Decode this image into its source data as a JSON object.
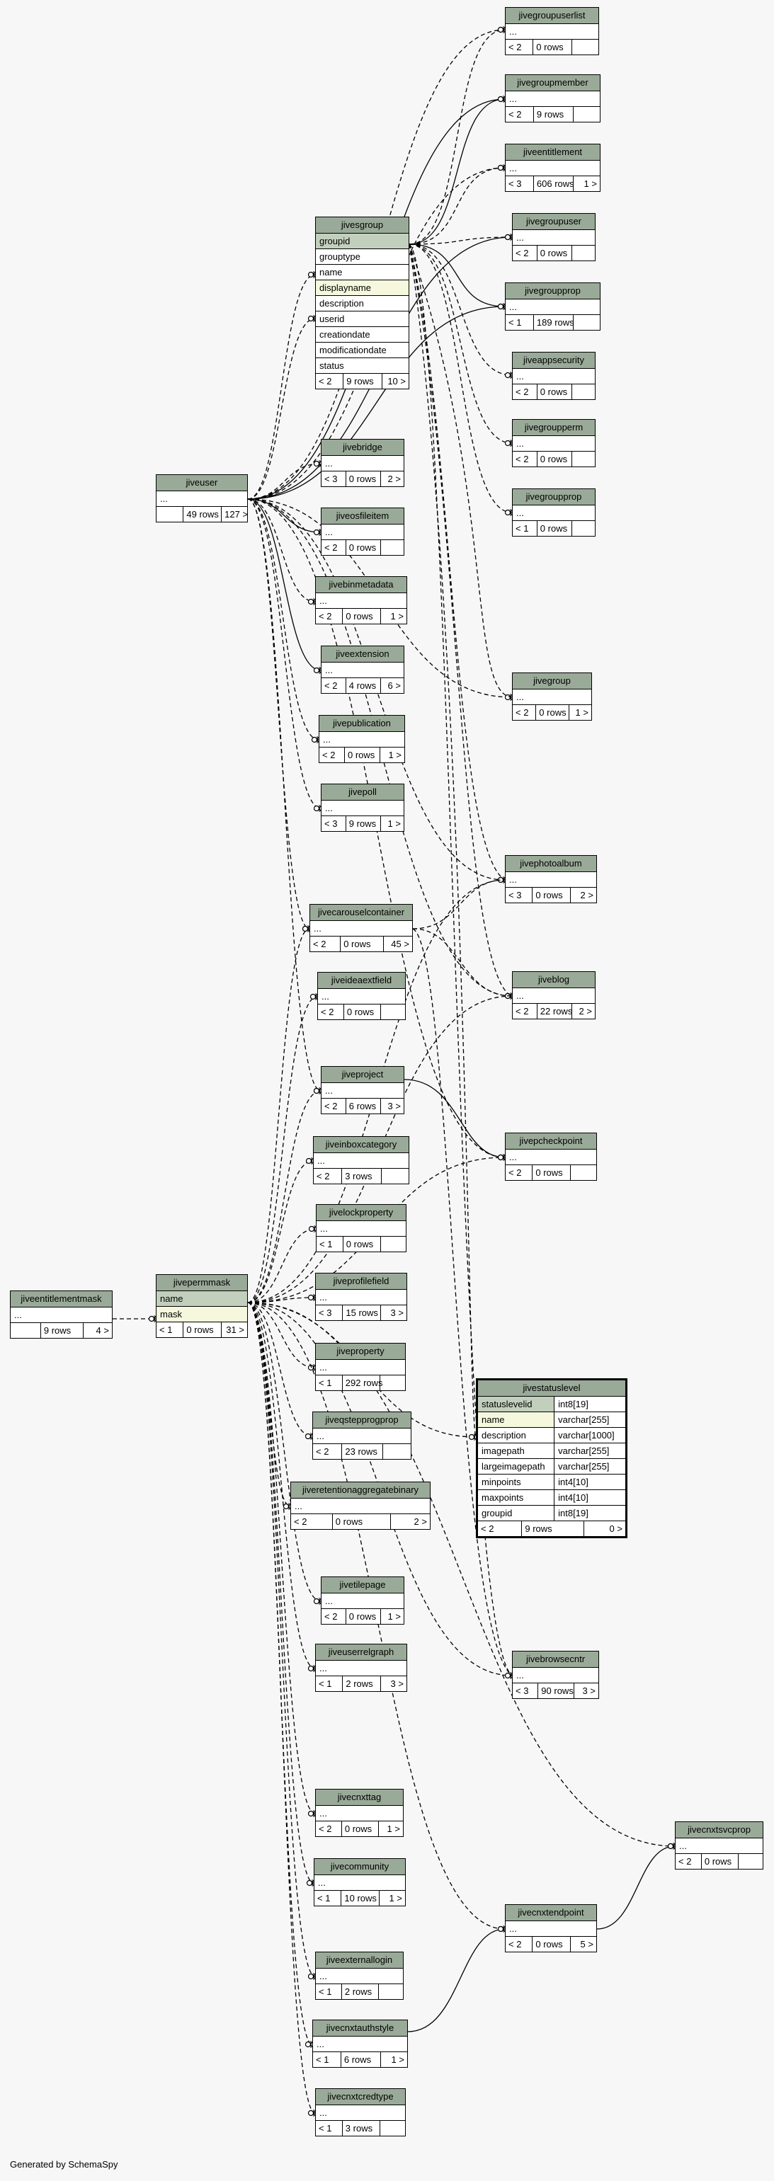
{
  "footer": "Generated by SchemaSpy",
  "tables": [
    {
      "id": "jivegroupuserlist",
      "name": "jivegroupuserlist",
      "rows": [
        "..."
      ],
      "footer": [
        "< 2",
        "0 rows",
        ""
      ]
    },
    {
      "id": "jivegroupmember",
      "name": "jivegroupmember",
      "rows": [
        "..."
      ],
      "footer": [
        "< 2",
        "9 rows",
        ""
      ]
    },
    {
      "id": "jiveentitlement",
      "name": "jiveentitlement",
      "rows": [
        "..."
      ],
      "footer": [
        "< 3",
        "606 rows",
        "1 >"
      ]
    },
    {
      "id": "jivegroupuser",
      "name": "jivegroupuser",
      "rows": [
        "..."
      ],
      "footer": [
        "< 2",
        "0 rows",
        ""
      ]
    },
    {
      "id": "jivegroupprop",
      "name": "jivegroupprop",
      "rows": [
        "..."
      ],
      "footer": [
        "< 1",
        "189 rows",
        ""
      ]
    },
    {
      "id": "jiveappsecurity",
      "name": "jiveappsecurity",
      "rows": [
        "..."
      ],
      "footer": [
        "< 2",
        "0 rows",
        ""
      ]
    },
    {
      "id": "jivegroupperm",
      "name": "jivegroupperm",
      "rows": [
        "..."
      ],
      "footer": [
        "< 2",
        "0 rows",
        ""
      ]
    },
    {
      "id": "jivegroupprop2",
      "name": "jivegroupprop",
      "rows": [
        "..."
      ],
      "footer": [
        "< 1",
        "0 rows",
        ""
      ]
    },
    {
      "id": "jivesgroup",
      "name": "jivesgroup",
      "rows": [
        "groupid",
        "grouptype",
        "name",
        "displayname",
        "description",
        "userid",
        "creationdate",
        "modificationdate",
        "status"
      ],
      "pk": [
        0
      ],
      "idx": [
        3
      ],
      "footer": [
        "< 2",
        "9 rows",
        "10 >"
      ]
    },
    {
      "id": "jiveuser",
      "name": "jiveuser",
      "rows": [
        "..."
      ],
      "footer": [
        "",
        "49 rows",
        "127 >"
      ]
    },
    {
      "id": "jivebridge",
      "name": "jivebridge",
      "rows": [
        "..."
      ],
      "footer": [
        "< 3",
        "0 rows",
        "2 >"
      ]
    },
    {
      "id": "jiveosfileitem",
      "name": "jiveosfileitem",
      "rows": [
        "..."
      ],
      "footer": [
        "< 2",
        "0 rows",
        ""
      ]
    },
    {
      "id": "jivebinmetadata",
      "name": "jivebinmetadata",
      "rows": [
        "..."
      ],
      "footer": [
        "< 2",
        "0 rows",
        "1 >"
      ]
    },
    {
      "id": "jiveextension",
      "name": "jiveextension",
      "rows": [
        "..."
      ],
      "footer": [
        "< 2",
        "4 rows",
        "6 >"
      ]
    },
    {
      "id": "jivepublication",
      "name": "jivepublication",
      "rows": [
        "..."
      ],
      "footer": [
        "< 2",
        "0 rows",
        "1 >"
      ]
    },
    {
      "id": "jivepoll",
      "name": "jivepoll",
      "rows": [
        "..."
      ],
      "footer": [
        "< 3",
        "9 rows",
        "1 >"
      ]
    },
    {
      "id": "jivegroup",
      "name": "jivegroup",
      "rows": [
        "..."
      ],
      "footer": [
        "< 2",
        "0 rows",
        "1 >"
      ]
    },
    {
      "id": "jivephotoalbum",
      "name": "jivephotoalbum",
      "rows": [
        "..."
      ],
      "footer": [
        "< 3",
        "0 rows",
        "2 >"
      ]
    },
    {
      "id": "jivecarouselcontainer",
      "name": "jivecarouselcontainer",
      "rows": [
        "..."
      ],
      "footer": [
        "< 2",
        "0 rows",
        "45 >"
      ]
    },
    {
      "id": "jiveblog",
      "name": "jiveblog",
      "rows": [
        "..."
      ],
      "footer": [
        "< 2",
        "22 rows",
        "2 >"
      ]
    },
    {
      "id": "jiveideaextfield",
      "name": "jiveideaextfield",
      "rows": [
        "..."
      ],
      "footer": [
        "< 2",
        "0 rows",
        ""
      ]
    },
    {
      "id": "jiveproject",
      "name": "jiveproject",
      "rows": [
        "..."
      ],
      "footer": [
        "< 2",
        "6 rows",
        "3 >"
      ]
    },
    {
      "id": "jivepcheckpoint",
      "name": "jivepcheckpoint",
      "rows": [
        "..."
      ],
      "footer": [
        "< 2",
        "0 rows",
        ""
      ]
    },
    {
      "id": "jiveinboxcategory",
      "name": "jiveinboxcategory",
      "rows": [
        "..."
      ],
      "footer": [
        "< 2",
        "3 rows",
        ""
      ]
    },
    {
      "id": "jivelockproperty",
      "name": "jivelockproperty",
      "rows": [
        "..."
      ],
      "footer": [
        "< 1",
        "0 rows",
        ""
      ]
    },
    {
      "id": "jiveentitlementmask",
      "name": "jiveentitlementmask",
      "rows": [
        "..."
      ],
      "footer": [
        "",
        "9 rows",
        "4 >"
      ]
    },
    {
      "id": "jivepermmask",
      "name": "jivepermmask",
      "rows": [
        "name",
        "mask"
      ],
      "pk": [
        0
      ],
      "idx": [
        1
      ],
      "footer": [
        "< 1",
        "0 rows",
        "31 >"
      ]
    },
    {
      "id": "jiveprofilefield",
      "name": "jiveprofilefield",
      "rows": [
        "..."
      ],
      "footer": [
        "< 3",
        "15 rows",
        "3 >"
      ]
    },
    {
      "id": "jiveproperty",
      "name": "jiveproperty",
      "rows": [
        "..."
      ],
      "footer": [
        "< 1",
        "292 rows",
        ""
      ]
    },
    {
      "id": "jiveqstepprogprop",
      "name": "jiveqstepprogprop",
      "rows": [
        "..."
      ],
      "footer": [
        "< 2",
        "23 rows",
        ""
      ]
    },
    {
      "id": "jiveretentionaggregatebinary",
      "name": "jiveretentionaggregatebinary",
      "rows": [
        "..."
      ],
      "footer": [
        "< 2",
        "0 rows",
        "2 >"
      ]
    },
    {
      "id": "jivetilepage",
      "name": "jivetilepage",
      "rows": [
        "..."
      ],
      "footer": [
        "< 2",
        "0 rows",
        "1 >"
      ]
    },
    {
      "id": "jiveuserrelgraph",
      "name": "jiveuserrelgraph",
      "rows": [
        "..."
      ],
      "footer": [
        "< 1",
        "2 rows",
        "3 >"
      ]
    },
    {
      "id": "jivebrowsecntr",
      "name": "jivebrowsecntr",
      "rows": [
        "..."
      ],
      "footer": [
        "< 3",
        "90 rows",
        "3 >"
      ]
    },
    {
      "id": "jivecnxttag",
      "name": "jivecnxttag",
      "rows": [
        "..."
      ],
      "footer": [
        "< 2",
        "0 rows",
        "1 >"
      ]
    },
    {
      "id": "jivecommunity",
      "name": "jivecommunity",
      "rows": [
        "..."
      ],
      "footer": [
        "< 1",
        "10 rows",
        "1 >"
      ]
    },
    {
      "id": "jivecnxtendpoint",
      "name": "jivecnxtendpoint",
      "rows": [
        "..."
      ],
      "footer": [
        "< 2",
        "0 rows",
        "5 >"
      ]
    },
    {
      "id": "jivecnxtsvcprop",
      "name": "jivecnxtsvcprop",
      "rows": [
        "..."
      ],
      "footer": [
        "< 2",
        "0 rows",
        ""
      ]
    },
    {
      "id": "jiveexternallogin",
      "name": "jiveexternallogin",
      "rows": [
        "..."
      ],
      "footer": [
        "< 1",
        "2 rows",
        ""
      ]
    },
    {
      "id": "jivecnxtauthstyle",
      "name": "jivecnxtauthstyle",
      "rows": [
        "..."
      ],
      "footer": [
        "< 1",
        "6 rows",
        "1 >"
      ]
    },
    {
      "id": "jivecnxtcredtype",
      "name": "jivecnxtcredtype",
      "rows": [
        "..."
      ],
      "footer": [
        "< 1",
        "3 rows",
        ""
      ]
    }
  ],
  "focus_table": {
    "id": "jivestatuslevel",
    "name": "jivestatuslevel",
    "rows": [
      [
        "statuslevelid",
        "int8[19]"
      ],
      [
        "name",
        "varchar[255]"
      ],
      [
        "description",
        "varchar[1000]"
      ],
      [
        "imagepath",
        "varchar[255]"
      ],
      [
        "largeimagepath",
        "varchar[255]"
      ],
      [
        "minpoints",
        "int4[10]"
      ],
      [
        "maxpoints",
        "int4[10]"
      ],
      [
        "groupid",
        "int8[19]"
      ]
    ],
    "pk": [
      0
    ],
    "idx": [
      1
    ],
    "footer": [
      "< 2",
      "9 rows",
      "0 >"
    ]
  }
}
